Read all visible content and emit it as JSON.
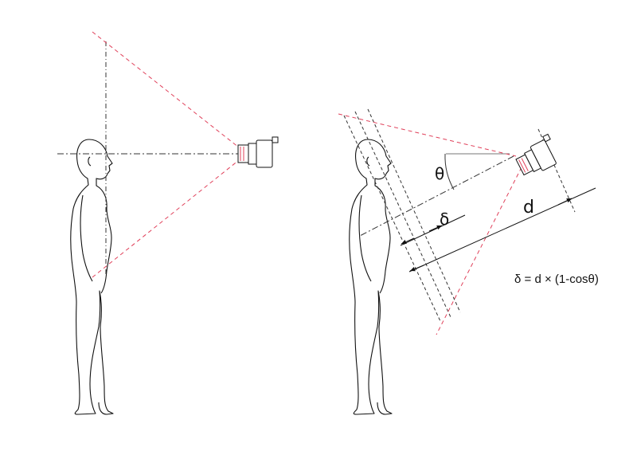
{
  "labels": {
    "theta": "θ",
    "delta": "δ",
    "distance": "d",
    "formula": "δ = d × (1-cosθ)"
  },
  "colors": {
    "line": "#222222",
    "ray": "#e0405a",
    "background": "#ffffff"
  }
}
